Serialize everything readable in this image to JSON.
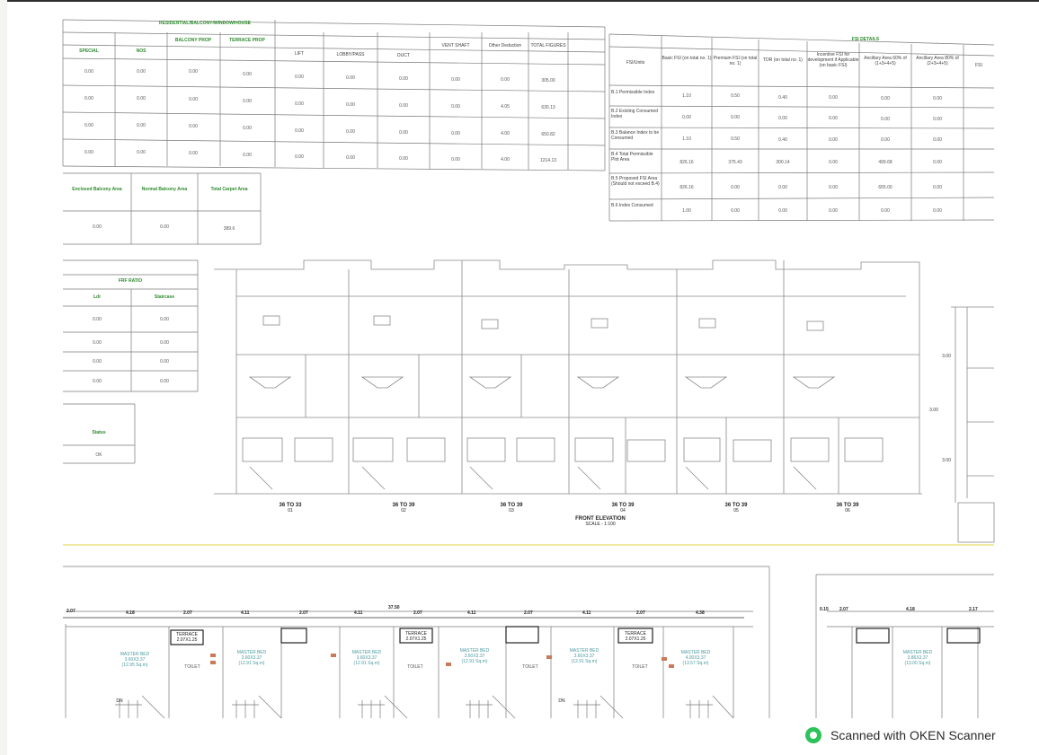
{
  "top_table": {
    "group_header": "RESIDENTIAL/BALCONY/WINDOW/HOUSE",
    "columns": [
      "SPECIAL",
      "NOS",
      "BALCONY PROP",
      "TERRACE PROP",
      "LIFT",
      "LOBBY/PASS",
      "DUCT",
      "VENT SHAFT",
      "Other Deduction",
      "TOTAL FIGURES"
    ],
    "rows": [
      [
        "0.00",
        "0.00",
        "0.00",
        "0.00",
        "0.00",
        "0.00",
        "0.00",
        "0.00",
        "0.00",
        "305.00"
      ],
      [
        "0.00",
        "0.00",
        "0.00",
        "0.00",
        "0.00",
        "0.00",
        "0.00",
        "0.00",
        "4.05",
        "630.13"
      ],
      [
        "0.00",
        "0.00",
        "0.00",
        "0.00",
        "0.00",
        "0.00",
        "0.00",
        "0.00",
        "4.00",
        "650.82"
      ],
      [
        "0.00",
        "0.00",
        "0.00",
        "0.00",
        "0.00",
        "0.00",
        "0.00",
        "0.00",
        "4.00",
        "1214.13"
      ]
    ]
  },
  "fsi_table": {
    "group_header": "FSI DETAILS",
    "columns": [
      "FSI/Units",
      "Basic FSI (on total no. 1)",
      "Premium FSI (on total no. 1)",
      "TDR (on total no. 1)",
      "Incentive FSI for development if Applicable (on basic FSI)",
      "Ancillary Area 60% of (1+3+4+5)",
      "Ancillary Area 80% of (2+3+4+5)",
      "FSI"
    ],
    "rows": [
      {
        "label": "B.1 Permissible Index",
        "values": [
          "1.10",
          "0.50",
          "0.40",
          "0.00",
          "0.00",
          "0.00"
        ]
      },
      {
        "label": "B.2 Existing Consumed Index",
        "values": [
          "0.00",
          "0.00",
          "0.00",
          "0.00",
          "0.00",
          "0.00"
        ]
      },
      {
        "label": "B.3 Balance Index to be Consumed",
        "values": [
          "1.10",
          "0.50",
          "0.40",
          "0.00",
          "0.00",
          "0.00"
        ]
      },
      {
        "label": "B.4 Total Permissible Plot Area",
        "values": [
          "826.16",
          "375.43",
          "300.14",
          "0.00",
          "499.68",
          "0.00"
        ]
      },
      {
        "label": "B.5 Proposed FSI Area (Should not exceed B.4)",
        "values": [
          "826.16",
          "0.00",
          "0.00",
          "0.00",
          "655.00",
          "0.00"
        ]
      },
      {
        "label": "B.6 Index Consumed",
        "values": [
          "1.00",
          "0.00",
          "0.00",
          "0.00",
          "0.00",
          "0.00"
        ]
      }
    ]
  },
  "balcony_table": {
    "columns": [
      "Enclosed Balcony Area",
      "Normal Balcony Area",
      "Total Carpet Area"
    ],
    "values": [
      "0.00",
      "0.00",
      "389.6"
    ]
  },
  "ratio_table": {
    "title": "FRF RATIO",
    "columns": [
      "Ldr",
      "Staircase"
    ],
    "rows": [
      [
        "0.00",
        "0.00"
      ],
      [
        "0.00",
        "0.00"
      ],
      [
        "0.00",
        "0.00"
      ],
      [
        "0.00",
        "0.00"
      ]
    ]
  },
  "status_table": {
    "title": "Status",
    "value": "OK"
  },
  "elevation": {
    "units": [
      {
        "label": "36 TO 33",
        "sub": "01"
      },
      {
        "label": "36 TO 39",
        "sub": "02"
      },
      {
        "label": "36 TO 39",
        "sub": "03"
      },
      {
        "label": "36 TO 39",
        "sub": "04"
      },
      {
        "label": "36 TO 39",
        "sub": "05"
      },
      {
        "label": "36 TO 39",
        "sub": "06"
      }
    ],
    "title": "FRONT ELEVATION",
    "scale": "SCALE - 1:100",
    "side_dims": [
      "3.00",
      "3.00",
      "3.00"
    ]
  },
  "plan": {
    "overall_dim": "37.50",
    "dims": [
      "2.07",
      "4.18",
      "2.07",
      "4.11",
      "2.07",
      "4.11",
      "2.07",
      "4.11",
      "2.07",
      "4.11",
      "2.07",
      "4.38"
    ],
    "rooms": [
      {
        "name": "MASTER BED",
        "size": "3.60X3.37",
        "area": "(12.95 Sq.m)"
      },
      {
        "name": "MASTER BED",
        "size": "3.60X3.37",
        "area": "(12.91 Sq.m)"
      },
      {
        "name": "MASTER BED",
        "size": "3.60X3.37",
        "area": "(12.91 Sq.m)"
      },
      {
        "name": "MASTER BED",
        "size": "3.60X3.37",
        "area": "(12.91 Sq.m)"
      },
      {
        "name": "MASTER BED",
        "size": "3.60X3.37",
        "area": "(12.91 Sq.m)"
      },
      {
        "name": "MASTER BED",
        "size": "4.00X3.37",
        "area": "(13.57 Sq.m)"
      }
    ],
    "terrace_label": "TERRACE",
    "terrace_size": "2.07X1.25",
    "toilet_label": "TOILET",
    "duct_label": "DN",
    "right_room": {
      "name": "MASTER BED",
      "size": "3.86X3.37",
      "area": "(13.00 Sq.m)"
    },
    "right_dims": [
      "0.15",
      "2.07",
      "4.18",
      "2.17"
    ]
  },
  "watermark": {
    "text": "Scanned with OKEN Scanner",
    "color": "#2ec25a"
  }
}
